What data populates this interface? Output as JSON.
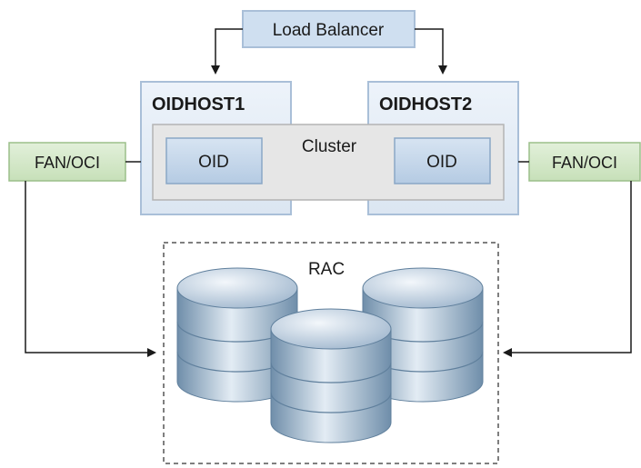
{
  "diagram": {
    "load_balancer": "Load Balancer",
    "hosts": [
      {
        "name": "OIDHOST1",
        "service": "OID"
      },
      {
        "name": "OIDHOST2",
        "service": "OID"
      }
    ],
    "cluster_label": "Cluster",
    "fan_left": "FAN/OCI",
    "fan_right": "FAN/OCI",
    "rac_label": "RAC"
  },
  "colors": {
    "host_fill": "#e6eef7",
    "host_border": "#a9bfd8",
    "oid_fill": "#c6d8ec",
    "cluster_fill": "#e4e4e4",
    "fan_fill": "#d4e8c9",
    "fan_border": "#9bbf8a",
    "db_dark": "#6f8eaa",
    "db_light": "#e3ecf4"
  }
}
